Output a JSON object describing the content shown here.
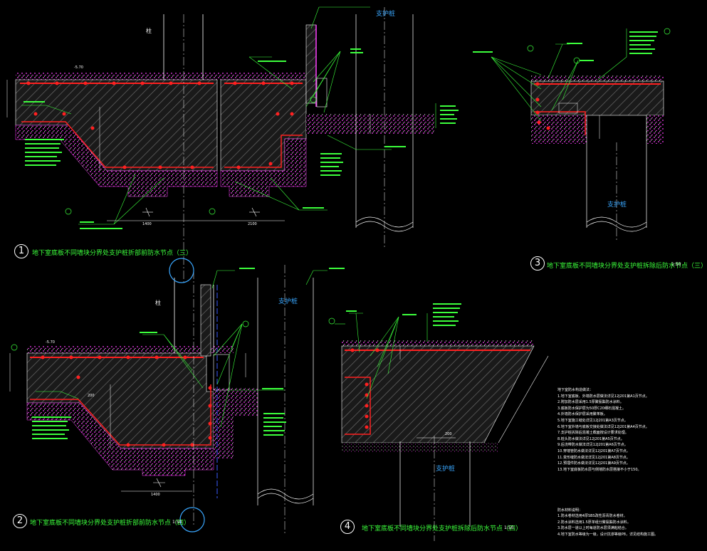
{
  "details": [
    {
      "number": "1",
      "title": "地下室底板不同墙块分界处支护桩折部前防水节点（三）",
      "scale": ""
    },
    {
      "number": "2",
      "title": "地下室底板不同墙块分界处支护桩折部前防水节点（四）",
      "scale": "1:50"
    },
    {
      "number": "3",
      "title": "地下室底板不同墙块分界处支护桩拆除后防水节点（三）",
      "scale": "1:50"
    },
    {
      "number": "4",
      "title": "地下室底板不同墙块分界处支护桩拆除后防水节点（四）",
      "scale": "1:50"
    }
  ],
  "labels": {
    "pile_a": "支护桩",
    "pile_b": "支护桩",
    "pile_c": "支护桩",
    "pile_d": "支护桩",
    "column_a": "柱",
    "column_b": "柱",
    "level_a": "-5.70",
    "level_b": "-5.70",
    "dim_a": "1400",
    "dim_b": "2100",
    "dim_c": "1400",
    "dim_d": "200",
    "dim_e": "200"
  },
  "notes": {
    "heading": "地下室防水构造做法：",
    "items": [
      "1.地下室底板、外墙防水层做法详见12J201第A1页节点。",
      "2.附加防水层采用1.5厚聚氨酯防水涂料。",
      "3.底板防水保护层为50厚C20细石混凝土。",
      "4.外墙防水保护层采用聚苯板。",
      "5.地下室施工缝处详见12J201第A3页节点。",
      "6.地下室外墙与底板交接处做法详见12J201第A4页节点。",
      "7.支护桩拆除后混凝土截面按设计要求处理。",
      "8.桩头防水做法详见12J201第A5页节点。",
      "9.后浇带防水做法详见12J201第A6页节点。",
      "10.穿墙管防水做法详见12J201第A7页节点。",
      "11.变形缝防水做法详见12J201第A8页节点。",
      "12.预埋件防水做法详见12J201第A9页节点。",
      "13.地下室底板防水层与侧墙防水层搭接不小于150。"
    ],
    "heading2": "防水材料说明：",
    "items2": [
      "1.防水卷材选用4厚SBS改性沥青防水卷材。",
      "2.防水涂料选用1.5厚单组分聚氨酯防水涂料。",
      "3.防水层一道以上时每道防水层须满粘结合。",
      "4.地下室防水等级为一级，设计抗渗等级P8，详见结构施工图。"
    ]
  }
}
